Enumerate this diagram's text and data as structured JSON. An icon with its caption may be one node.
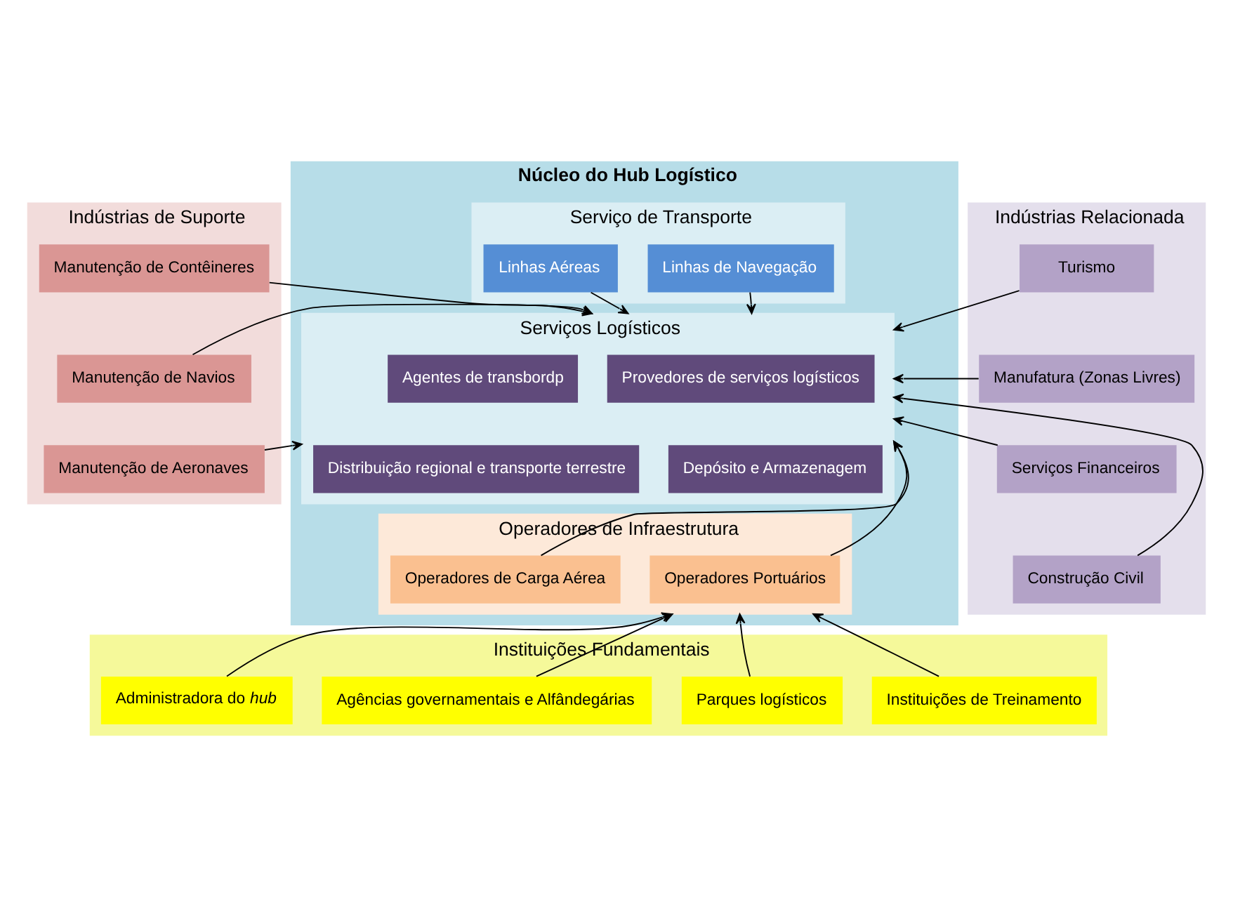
{
  "diagram": {
    "nodes": [
      {
        "text": [
          "Indústrias de Suporte"
        ]
      },
      {
        "text": [
          "Manutenção de Contêineres"
        ],
        "in": 0
      },
      {
        "text": [
          "Manutenção de Navios"
        ],
        "in": 0
      },
      {
        "text": [
          "Manutenção de Aeronaves"
        ],
        "in": 0
      },
      {
        "text": [
          "Núcleo do Hub Logístico"
        ]
      },
      {
        "text": [
          "Serviço de Transporte"
        ],
        "in": 4
      },
      {
        "text": [
          "Linhas de Navegação"
        ],
        "in": 5
      },
      {
        "text": [
          "Linhas Aéreas"
        ],
        "in": 5
      },
      {
        "text": [
          "Serviços Logísticos"
        ],
        "in": 4
      },
      {
        "text": [
          "Provedores de serviços logísticos"
        ],
        "in": 8
      },
      {
        "text": [
          "Agentes de transbordp"
        ],
        "in": 8
      },
      {
        "text": [
          "Depósito e Armazenagem"
        ],
        "in": 8
      },
      {
        "text": [
          "Distribuição regional e transporte terrestre"
        ],
        "in": 8
      },
      {
        "text": [
          "Operadores de Infraestrutura"
        ],
        "in": 4
      },
      {
        "text": [
          "Operadores Portuários"
        ],
        "in": 13
      },
      {
        "text": [
          "Operadores de Carga Aérea"
        ],
        "in": 13
      },
      {
        "text": [
          "Indústrias Relacionada"
        ]
      },
      {
        "text": [
          "Turismo"
        ],
        "in": 16
      },
      {
        "text": [
          "Manufatura (Zonas Livres)"
        ],
        "in": 16
      },
      {
        "text": [
          "Serviços Financeiros"
        ],
        "in": 16
      },
      {
        "text": [
          "Construção Civil"
        ],
        "in": 16
      },
      {
        "text": [
          "Instituições Fundamentais"
        ]
      },
      {
        "text": [
          "Instituições de Treinamento"
        ],
        "in": 21
      },
      {
        "text": [
          "Parques logísticos"
        ],
        "in": 21
      },
      {
        "text": [
          "Agências governamentais e Alfândegárias"
        ],
        "in": 21
      },
      {
        "text": [
          "Administradora do *hub*"
        ],
        "in": 21
      }
    ],
    "edges": [
      {
        "from": 1,
        "to": 8,
        "arrow": "to"
      },
      {
        "from": 2,
        "to": 8,
        "arrow": "to"
      },
      {
        "from": 3,
        "to": 8,
        "arrow": "to"
      },
      {
        "from": 6,
        "to": 8,
        "arrow": "to"
      },
      {
        "from": 7,
        "to": 8,
        "arrow": "to"
      },
      {
        "from": 17,
        "to": 8,
        "arrow": "to"
      },
      {
        "from": 18,
        "to": 8,
        "arrow": "to"
      },
      {
        "from": 19,
        "to": 8,
        "arrow": "to"
      },
      {
        "from": 20,
        "to": 8,
        "arrow": "to"
      },
      {
        "from": 14,
        "to": 8,
        "arrow": "to"
      },
      {
        "from": 15,
        "to": 8,
        "arrow": "to"
      },
      {
        "from": 22,
        "to": 13,
        "arrow": "to"
      },
      {
        "from": 23,
        "to": 13,
        "arrow": "to"
      },
      {
        "from": 24,
        "to": 13,
        "arrow": "to"
      },
      {
        "from": 25,
        "to": 13,
        "arrow": "to"
      }
    ]
  }
}
